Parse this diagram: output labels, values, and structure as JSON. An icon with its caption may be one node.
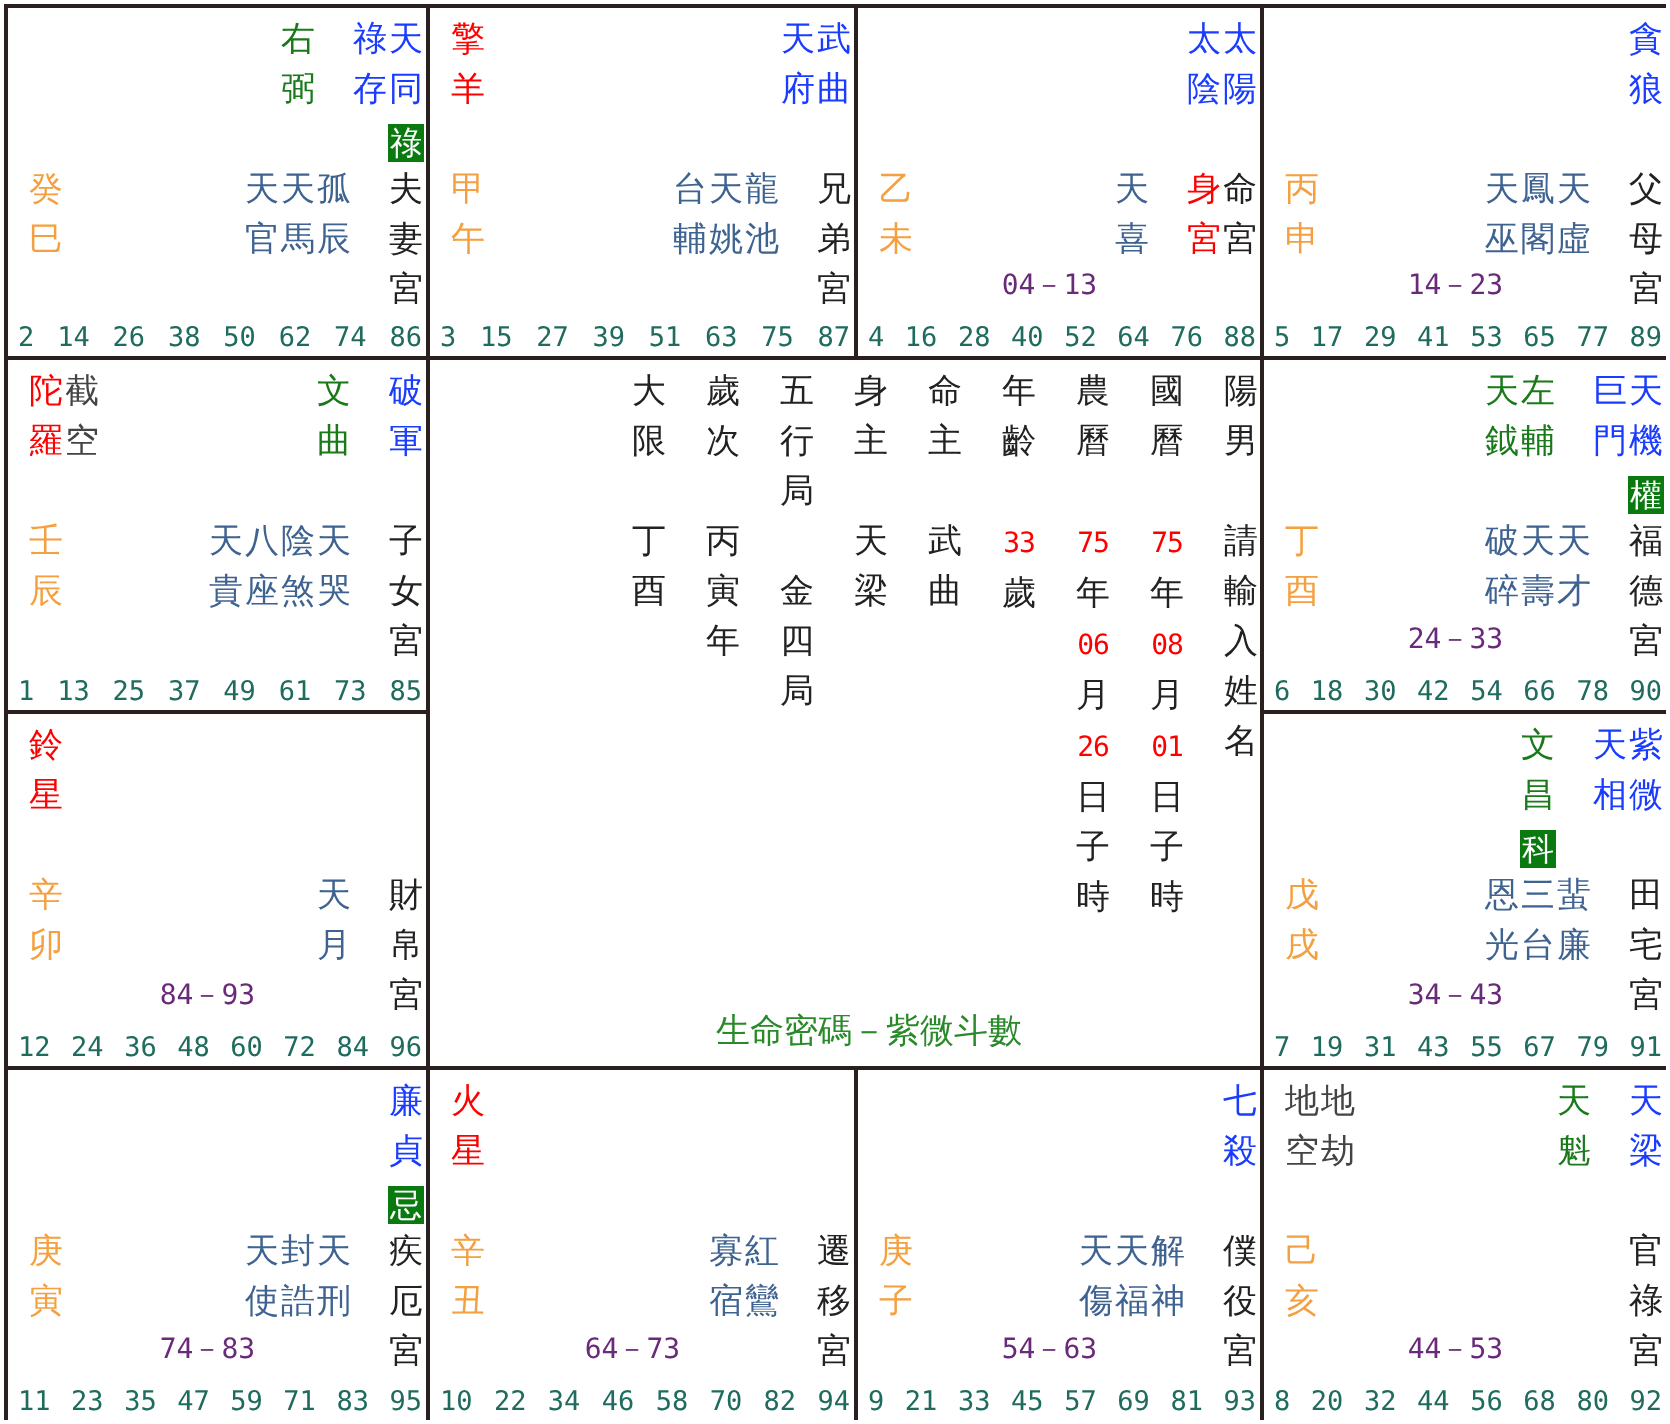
{
  "diagram": {
    "title": "生命密碼－紫微斗數",
    "nodes": [
      {
        "text": [
          "天同",
          "祿存",
          "右弼",
          "孤辰",
          "天馬",
          "天官",
          "夫妻宮",
          "癸巳",
          "2 14 26 38 50 62 74 86"
        ]
      },
      {
        "text": [
          "祿"
        ],
        "in": 0
      },
      {
        "text": [
          "擎羊",
          "武曲",
          "天府",
          "龍池",
          "天姚",
          "台輔",
          "兄弟宮",
          "甲午",
          "3 15 27 39 51 63 75 87"
        ]
      },
      {
        "text": [
          "太陽",
          "太陰",
          "命宮",
          "身宮",
          "天喜",
          "乙未",
          "04－13",
          "4 16 28 40 52 64 76 88"
        ]
      },
      {
        "text": [
          "貪狼",
          "天虛",
          "鳳閣",
          "天巫",
          "父母宮",
          "丙申",
          "14－23",
          "5 17 29 41 53 65 77 89"
        ]
      },
      {
        "text": [
          "陀羅",
          "截空",
          "破軍",
          "文曲",
          "天哭",
          "陰煞",
          "八座",
          "天貴",
          "子女宮",
          "壬辰",
          "1 13 25 37 49 61 73 85"
        ]
      },
      {
        "text": [
          "陽男",
          "請輸入姓名",
          "國曆",
          "75年08月01日子時",
          "農曆",
          "75年06月26日子時",
          "年齡",
          "33歲",
          "命主",
          "武曲",
          "身主",
          "天梁",
          "五行局",
          "金四局",
          "歲次",
          "丙寅年",
          "大限",
          "丁酉"
        ]
      },
      {
        "text": [
          "天機",
          "巨門",
          "左輔",
          "天鉞",
          "天才",
          "天壽",
          "破碎",
          "福德宮",
          "丁酉",
          "24－33",
          "6 18 30 42 54 66 78 90"
        ]
      },
      {
        "text": [
          "權"
        ],
        "in": 7
      },
      {
        "text": [
          "鈴星",
          "天月",
          "財帛宮",
          "辛卯",
          "84－93",
          "12 24 36 48 60 72 84 96"
        ]
      },
      {
        "text": [
          "紫微",
          "天相",
          "文昌",
          "蜚廉",
          "三台",
          "恩光",
          "田宅宮",
          "戊戌",
          "34－43",
          "7 19 31 43 55 67 79 91"
        ]
      },
      {
        "text": [
          "科"
        ],
        "in": 10
      },
      {
        "text": [
          "廉貞",
          "天刑",
          "封誥",
          "天使",
          "疾厄宮",
          "庚寅",
          "74－83",
          "11 23 35 47 59 71 83 95"
        ]
      },
      {
        "text": [
          "忌"
        ],
        "in": 12
      },
      {
        "text": [
          "火星",
          "紅鸞",
          "寡宿",
          "遷移宮",
          "辛丑",
          "64－73",
          "10 22 34 46 58 70 82 94"
        ]
      },
      {
        "text": [
          "七殺",
          "解神",
          "天福",
          "天傷",
          "僕役宮",
          "庚子",
          "54－63",
          "9 21 33 45 57 69 81 93"
        ]
      },
      {
        "text": [
          "地空",
          "地劫",
          "天梁",
          "天魁",
          "官祿宮",
          "己亥",
          "44－53",
          "8 20 32 44 56 68 80 92"
        ]
      }
    ]
  }
}
